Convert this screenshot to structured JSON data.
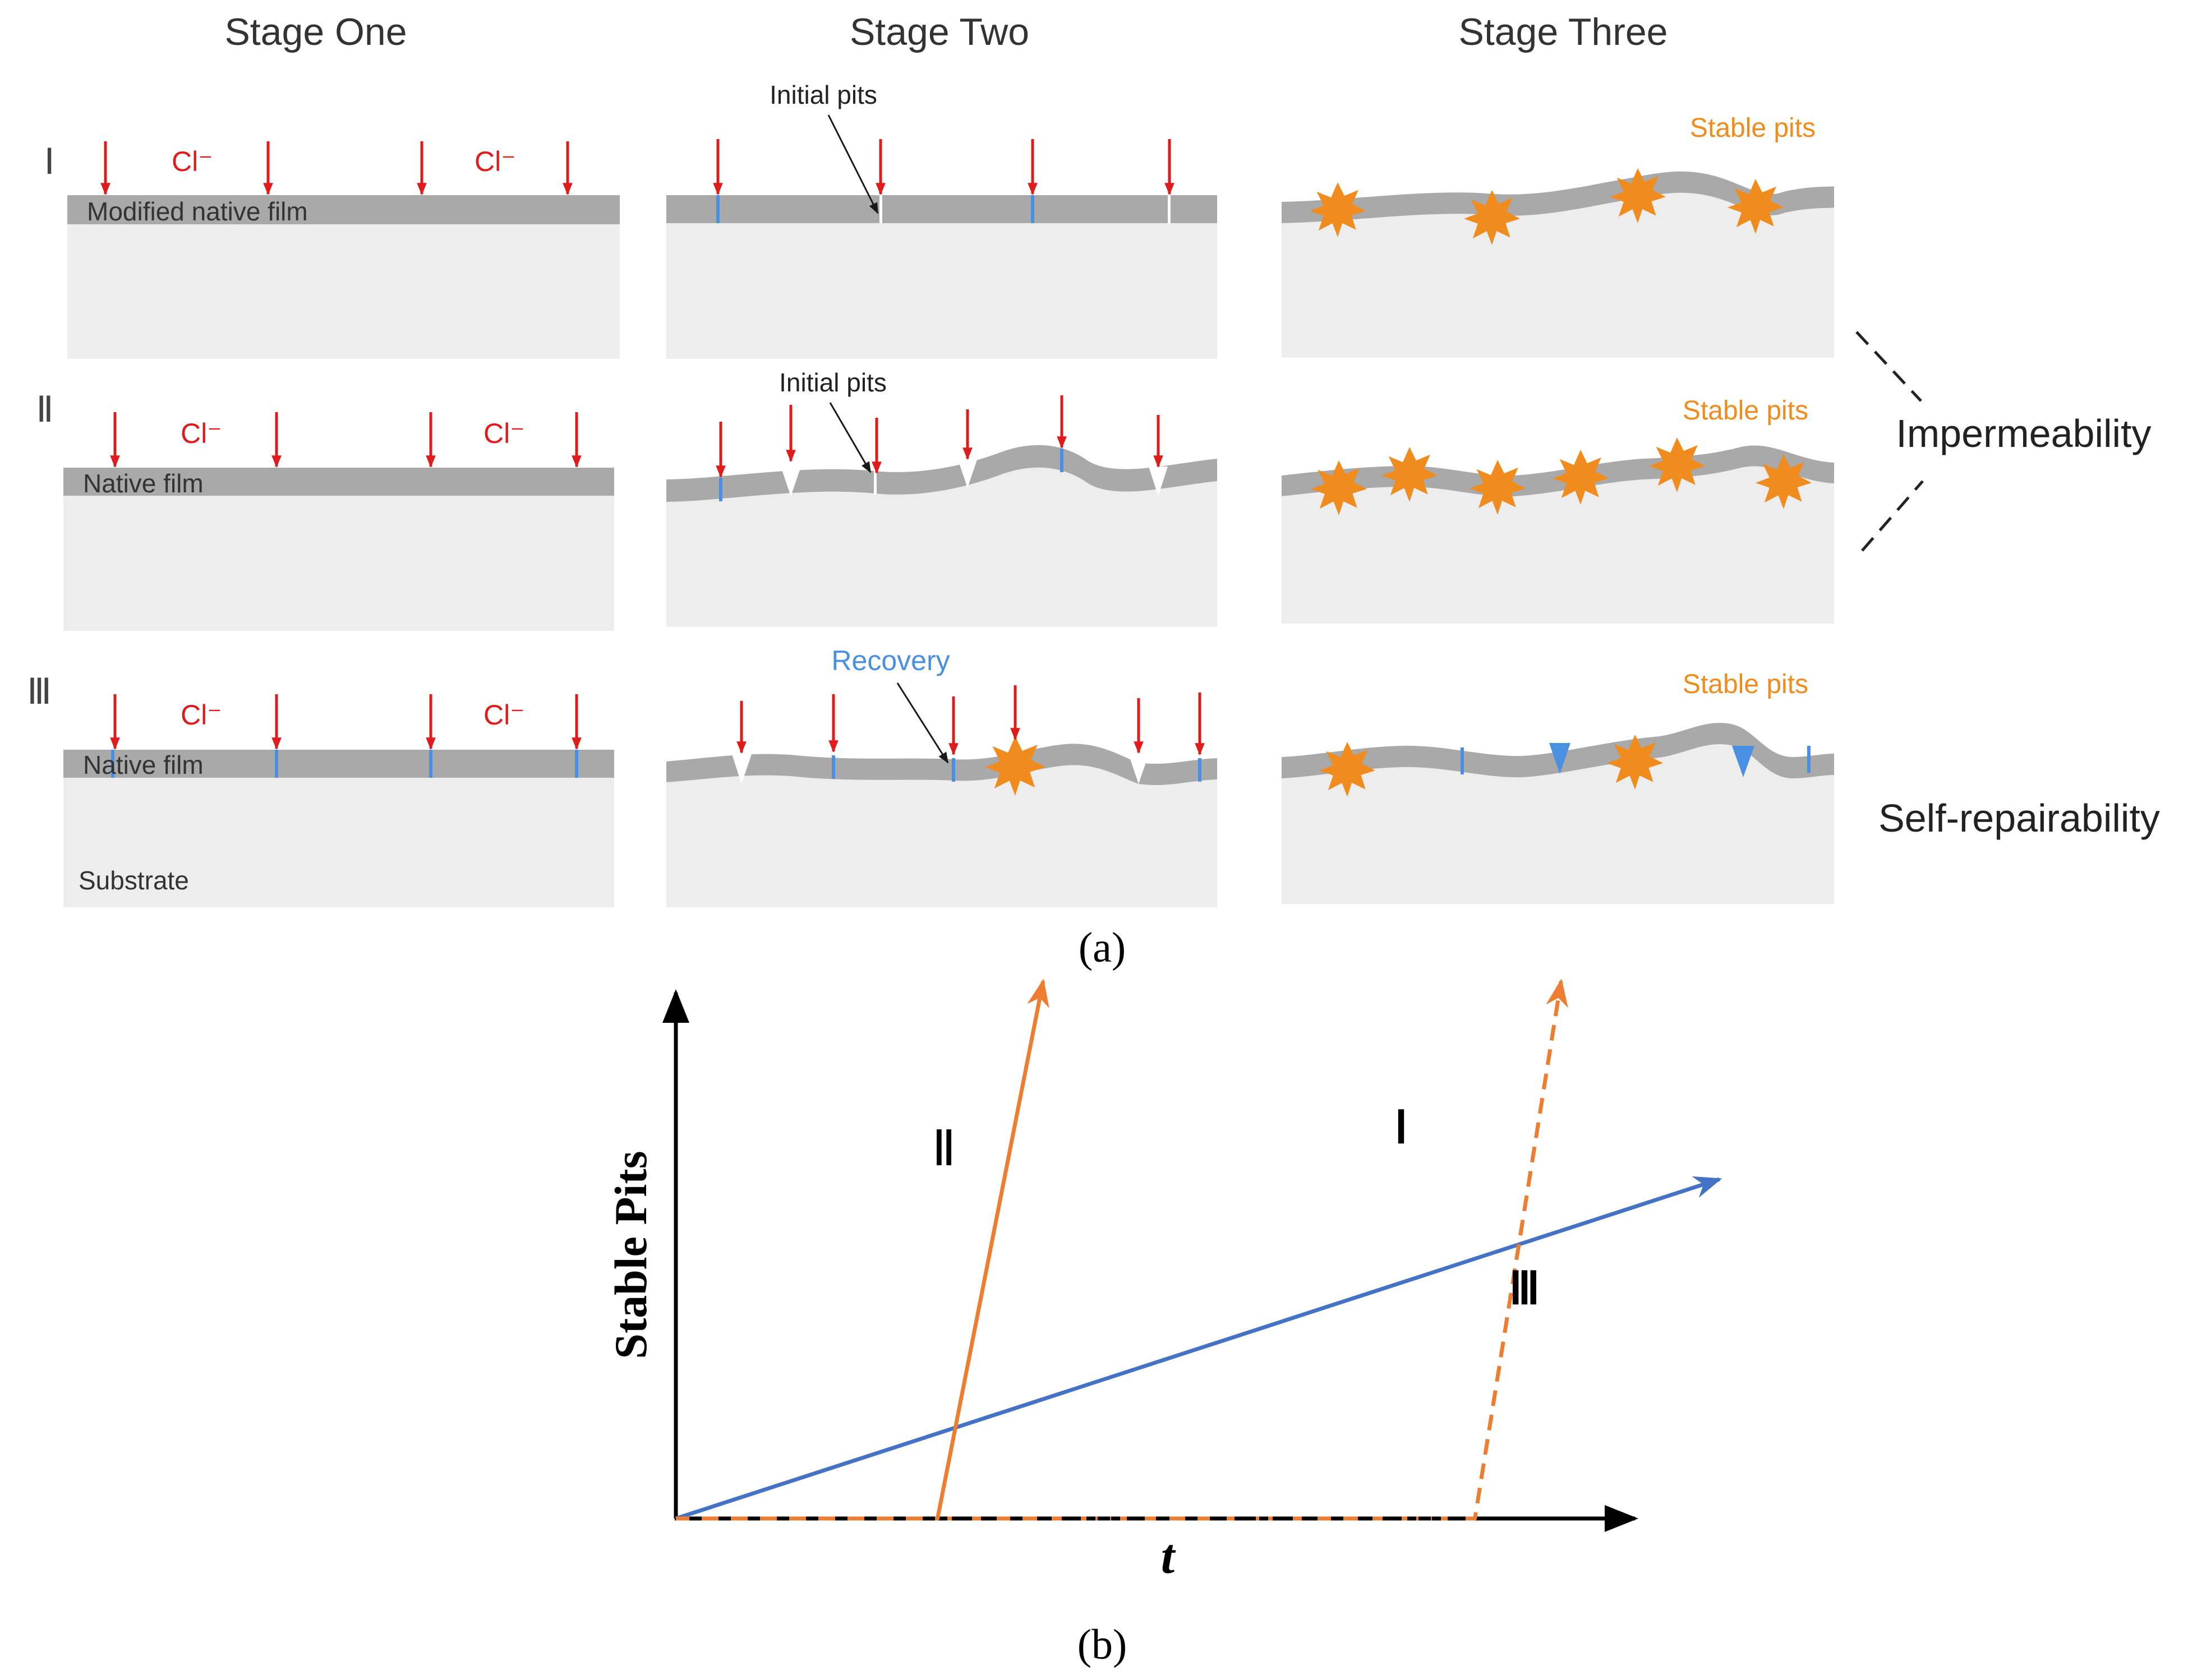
{
  "panel_a": {
    "caption": "(a)",
    "stage_titles": [
      "Stage One",
      "Stage Two",
      "Stage Three"
    ],
    "row_labels": [
      "Ⅰ",
      "Ⅱ",
      "Ⅲ"
    ],
    "ion_label": "Cl⁻",
    "film_labels": [
      "Modified native film",
      "Native film",
      "Native film"
    ],
    "substrate_label": "Substrate",
    "annotations": {
      "initial_pits": "Initial pits",
      "recovery": "Recovery",
      "stable_pits": "Stable pits"
    },
    "properties": {
      "impermeability": "Impermeability",
      "self_repairability": "Self-repairability"
    },
    "colors": {
      "film": "#a9a9a9",
      "substrate": "#ededed",
      "chloride_arrow": "#e01b1b",
      "repair": "#4a90e2",
      "stable_pit": "#f08c1e",
      "annotation_arrow": "#1a1a1a"
    }
  },
  "panel_b": {
    "caption": "(b)",
    "chart_data": {
      "type": "line",
      "xlabel": "t",
      "ylabel": "Stable Pits",
      "series": [
        {
          "name": "Ⅱ",
          "color": "#ed7d31",
          "style": "solid",
          "points": [
            [
              0,
              0
            ],
            [
              0.243,
              0
            ],
            [
              0.341,
              0.958
            ]
          ]
        },
        {
          "name": "Ⅰ",
          "color": "#ed7d31",
          "style": "dashed",
          "points": [
            [
              0,
              0
            ],
            [
              0.742,
              0
            ],
            [
              0.822,
              0.958
            ]
          ]
        },
        {
          "name": "Ⅲ",
          "color": "#4472c4",
          "style": "solid",
          "points": [
            [
              0,
              0
            ],
            [
              0.969,
              0.605
            ]
          ]
        }
      ]
    }
  }
}
